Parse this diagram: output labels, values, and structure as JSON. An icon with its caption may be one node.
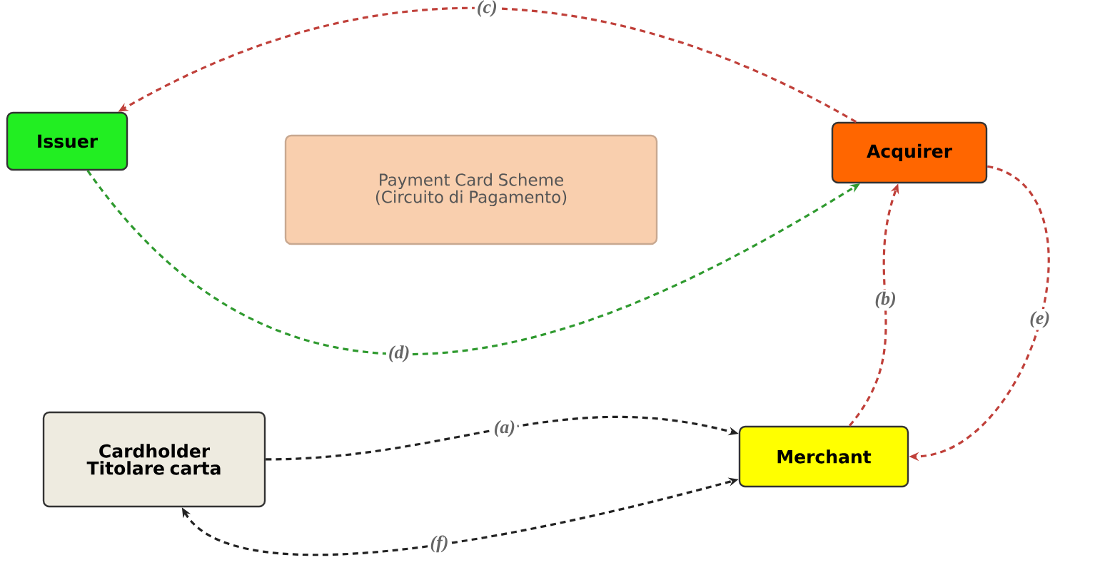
{
  "diagram": {
    "nodes": [
      {
        "text": [
          "Issuer"
        ]
      },
      {
        "text": [
          "Payment Card Scheme (Circuito di Pagamento)"
        ]
      },
      {
        "text": [
          "Acquirer"
        ]
      },
      {
        "text": [
          "Cardholder Titolare carta"
        ]
      },
      {
        "text": [
          "Merchant"
        ]
      }
    ],
    "edges": [
      {
        "from": 2,
        "to": 0,
        "arrow": "to",
        "label": "(c)",
        "style": "dashed",
        "color": "#c0403a"
      },
      {
        "from": 0,
        "to": 2,
        "arrow": "to",
        "label": "(d)",
        "style": "dashed",
        "color": "#2f9a2f"
      },
      {
        "from": 3,
        "to": 4,
        "arrow": "to",
        "label": "(a)",
        "style": "dashed",
        "color": "#222222"
      },
      {
        "from": 4,
        "to": 2,
        "arrow": "to",
        "label": "(b)",
        "style": "dashed",
        "color": "#c0403a"
      },
      {
        "from": 2,
        "to": 4,
        "arrow": "to",
        "label": "(e)",
        "style": "dashed",
        "color": "#c0403a"
      },
      {
        "from": 3,
        "to": 4,
        "arrow": "both",
        "label": "(f)",
        "style": "dashed",
        "color": "#222222"
      }
    ]
  }
}
